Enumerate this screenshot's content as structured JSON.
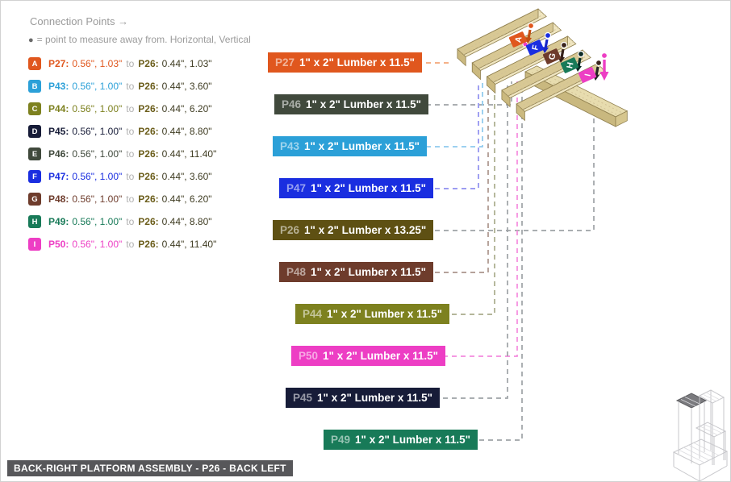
{
  "header": {
    "title": "Connection Points →",
    "legend_bullet": "●",
    "legend_text": "= point to measure away from. Horizontal, Vertical"
  },
  "list": {
    "to_label": "to",
    "ref_color": "#6b5d1a",
    "ref_val_color": "#3f3c22"
  },
  "points": [
    {
      "letter": "A",
      "code": "P27:",
      "values": "0.56\", 1.03\"",
      "ref": "P26:",
      "ref_values": "0.44\", 1.03\"",
      "color": "#e0571e"
    },
    {
      "letter": "B",
      "code": "P43:",
      "values": "0.56\", 1.00\"",
      "ref": "P26:",
      "ref_values": "0.44\", 3.60\"",
      "color": "#2ba0d8"
    },
    {
      "letter": "C",
      "code": "P44:",
      "values": "0.56\", 1.00\"",
      "ref": "P26:",
      "ref_values": "0.44\", 6.20\"",
      "color": "#7d811f"
    },
    {
      "letter": "D",
      "code": "P45:",
      "values": "0.56\", 1.00\"",
      "ref": "P26:",
      "ref_values": "0.44\", 8.80\"",
      "color": "#171c38"
    },
    {
      "letter": "E",
      "code": "P46:",
      "values": "0.56\", 1.00\"",
      "ref": "P26:",
      "ref_values": "0.44\", 11.40\"",
      "color": "#40493c"
    },
    {
      "letter": "F",
      "code": "P47:",
      "values": "0.56\", 1.00\"",
      "ref": "P26:",
      "ref_values": "0.44\", 3.60\"",
      "color": "#1a2ee0"
    },
    {
      "letter": "G",
      "code": "P48:",
      "values": "0.56\", 1.00\"",
      "ref": "P26:",
      "ref_values": "0.44\", 6.20\"",
      "color": "#6e3c2c"
    },
    {
      "letter": "H",
      "code": "P49:",
      "values": "0.56\", 1.00\"",
      "ref": "P26:",
      "ref_values": "0.44\", 8.80\"",
      "color": "#187a58"
    },
    {
      "letter": "I",
      "code": "P50:",
      "values": "0.56\", 1.00\"",
      "ref": "P26:",
      "ref_values": "0.44\", 11.40\"",
      "color": "#ed3ec4"
    }
  ],
  "tags": [
    {
      "code": "P27",
      "label": "1\" x 2\" Lumber x 11.5\"",
      "color": "#e0571e",
      "line": "#f4a678"
    },
    {
      "code": "P46",
      "label": "1\" x 2\" Lumber x 11.5\"",
      "color": "#40493c",
      "line": "#9ea2a6"
    },
    {
      "code": "P43",
      "label": "1\" x 2\" Lumber x 11.5\"",
      "color": "#2ba0d8",
      "line": "#8ec9ee"
    },
    {
      "code": "P47",
      "label": "1\" x 2\" Lumber x 11.5\"",
      "color": "#1a2ee0",
      "line": "#8f8ff0"
    },
    {
      "code": "P26",
      "label": "1\" x 2\" Lumber x 13.25\"",
      "color": "#5e5013",
      "line": "#9ea2a6"
    },
    {
      "code": "P48",
      "label": "1\" x 2\" Lumber x 11.5\"",
      "color": "#6e3c2c",
      "line": "#ab948c"
    },
    {
      "code": "P44",
      "label": "1\" x 2\" Lumber x 11.5\"",
      "color": "#7d811f",
      "line": "#a9ac8c"
    },
    {
      "code": "P50",
      "label": "1\" x 2\" Lumber x 11.5\"",
      "color": "#ed3ec4",
      "line": "#f48ade"
    },
    {
      "code": "P45",
      "label": "1\" x 2\" Lumber x 11.5\"",
      "color": "#171c38",
      "line": "#9ea2a6"
    },
    {
      "code": "P49",
      "label": "1\" x 2\" Lumber x 11.5\"",
      "color": "#187a58",
      "line": "#9ea2a6"
    }
  ],
  "markers": [
    {
      "letter": "A",
      "color": "#e0571e"
    },
    {
      "letter": "F",
      "color": "#1a2ee0"
    },
    {
      "letter": "G",
      "color": "#6e3c2c"
    },
    {
      "letter": "H",
      "color": "#187a58"
    },
    {
      "letter": "I",
      "color": "#ed3ec4"
    }
  ],
  "footer": {
    "title": "BACK-RIGHT PLATFORM ASSEMBLY - P26 - BACK LEFT"
  },
  "colors": {
    "wood_top": "#efe5c0",
    "wood_side": "#d8c894",
    "ref_text": "#6b5d1a",
    "footer_bg": "#57575a",
    "muted_text": "#9b9b9b"
  }
}
